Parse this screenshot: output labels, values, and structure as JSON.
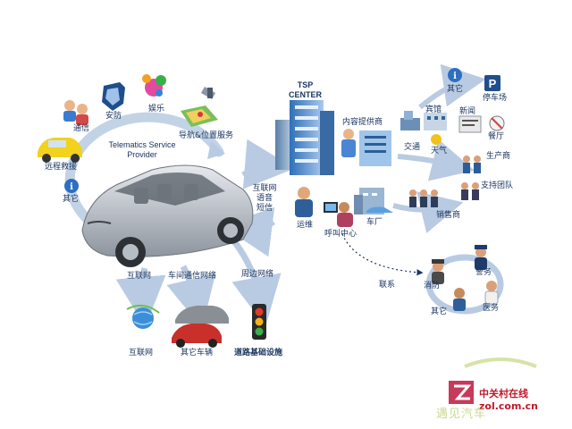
{
  "labels": {
    "security": "安防",
    "entertainment": "娱乐",
    "communication": "通信",
    "nav_location": "导航&位置服务",
    "remote_rescue": "远程救援",
    "other_left": "其它",
    "telematics_line1": "Telematics Service",
    "telematics_line2": "Provider",
    "tsp_line1": "TSP",
    "tsp_line2": "CENTER",
    "content_provider": "内容提供商",
    "internet": "互联网",
    "voice": "语音",
    "sms": "短信",
    "ops": "运维",
    "call_center": "呼叫中心",
    "manufacturer": "车厂",
    "other_top": "其它",
    "parking": "停车场",
    "hotel": "宾馆",
    "news": "新闻",
    "traffic": "交通",
    "weather": "天气",
    "restaurant": "餐厅",
    "producer": "生产商",
    "support_team": "支持团队",
    "dealer": "销售商",
    "contact": "联系",
    "police": "警务",
    "fire": "消防",
    "medical": "医务",
    "other_right": "其它",
    "bottom_internet": "互联网",
    "v2v_network": "车间通信网络",
    "surrounding_network": "周边网络",
    "bottom_internet_label": "互联网",
    "other_vehicles": "其它车辆",
    "road_infra": "道路基础设施"
  },
  "watermark": {
    "brand": "中关村在线",
    "url": "zol.com.cn",
    "tagline": "遇见汽车"
  },
  "colors": {
    "arrow": "#b9cbe2",
    "text": "#1a3560",
    "brand_red": "#c0182a"
  }
}
